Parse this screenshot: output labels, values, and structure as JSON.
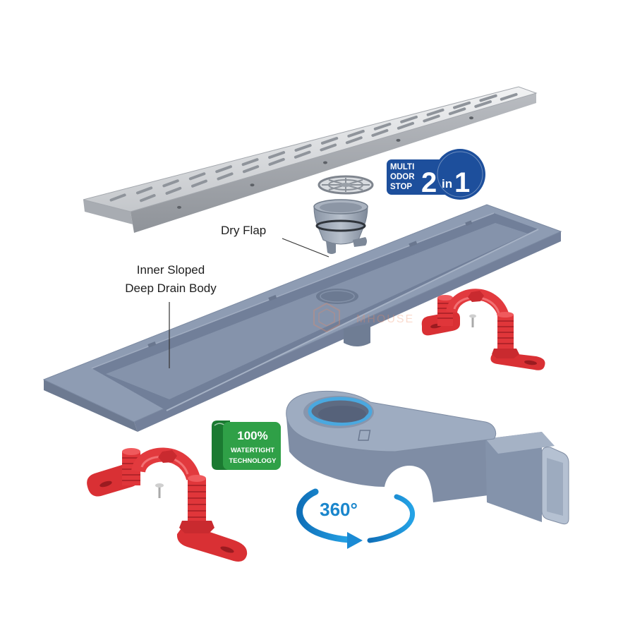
{
  "labels": {
    "dry_flap": "Dry Flap",
    "inner_body": [
      "Inner Sloped",
      "Deep Drain Body"
    ]
  },
  "odor_stop_badge": {
    "lines": [
      "MULTI",
      "ODOR",
      "STOP"
    ],
    "big_left": "2",
    "middle": "in",
    "big_right": "1",
    "color": "#1d4f9c"
  },
  "watertight_badge": {
    "percent": "100%",
    "lines": [
      "WATERTIGHT",
      "TECHNOLOGY"
    ],
    "color": "#2fa047"
  },
  "rotation_badge": {
    "label": "360°",
    "color": "#1a8ad4"
  },
  "watermark": {
    "text": "MHOUSE"
  },
  "colors": {
    "grate": "#d9dbde",
    "drain_body": "#8e9cb3",
    "brackets": "#e23a3e"
  }
}
